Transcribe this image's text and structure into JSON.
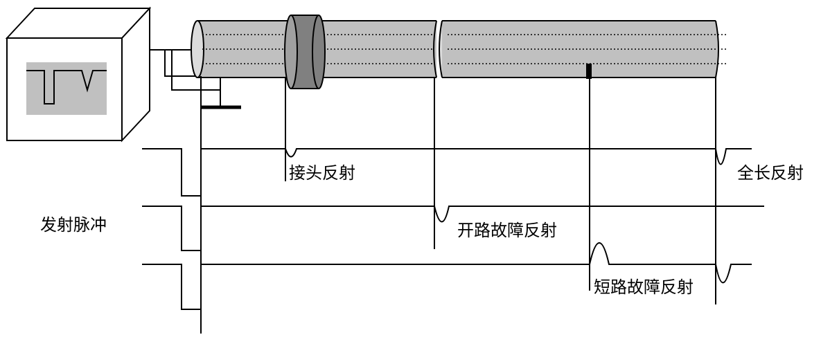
{
  "labels": {
    "emit_pulse": "发射脉冲",
    "joint_reflection": "接头反射",
    "full_length_reflection": "全长反射",
    "open_fault_reflection": "开路故障反射",
    "short_fault_reflection": "短路故障反射"
  },
  "colors": {
    "line": "#000000",
    "cable_fill": "#c0c0c0",
    "cable_end": "#dcdcdc",
    "joint_fill": "#808080",
    "screen_fill": "#c0c0c0"
  }
}
